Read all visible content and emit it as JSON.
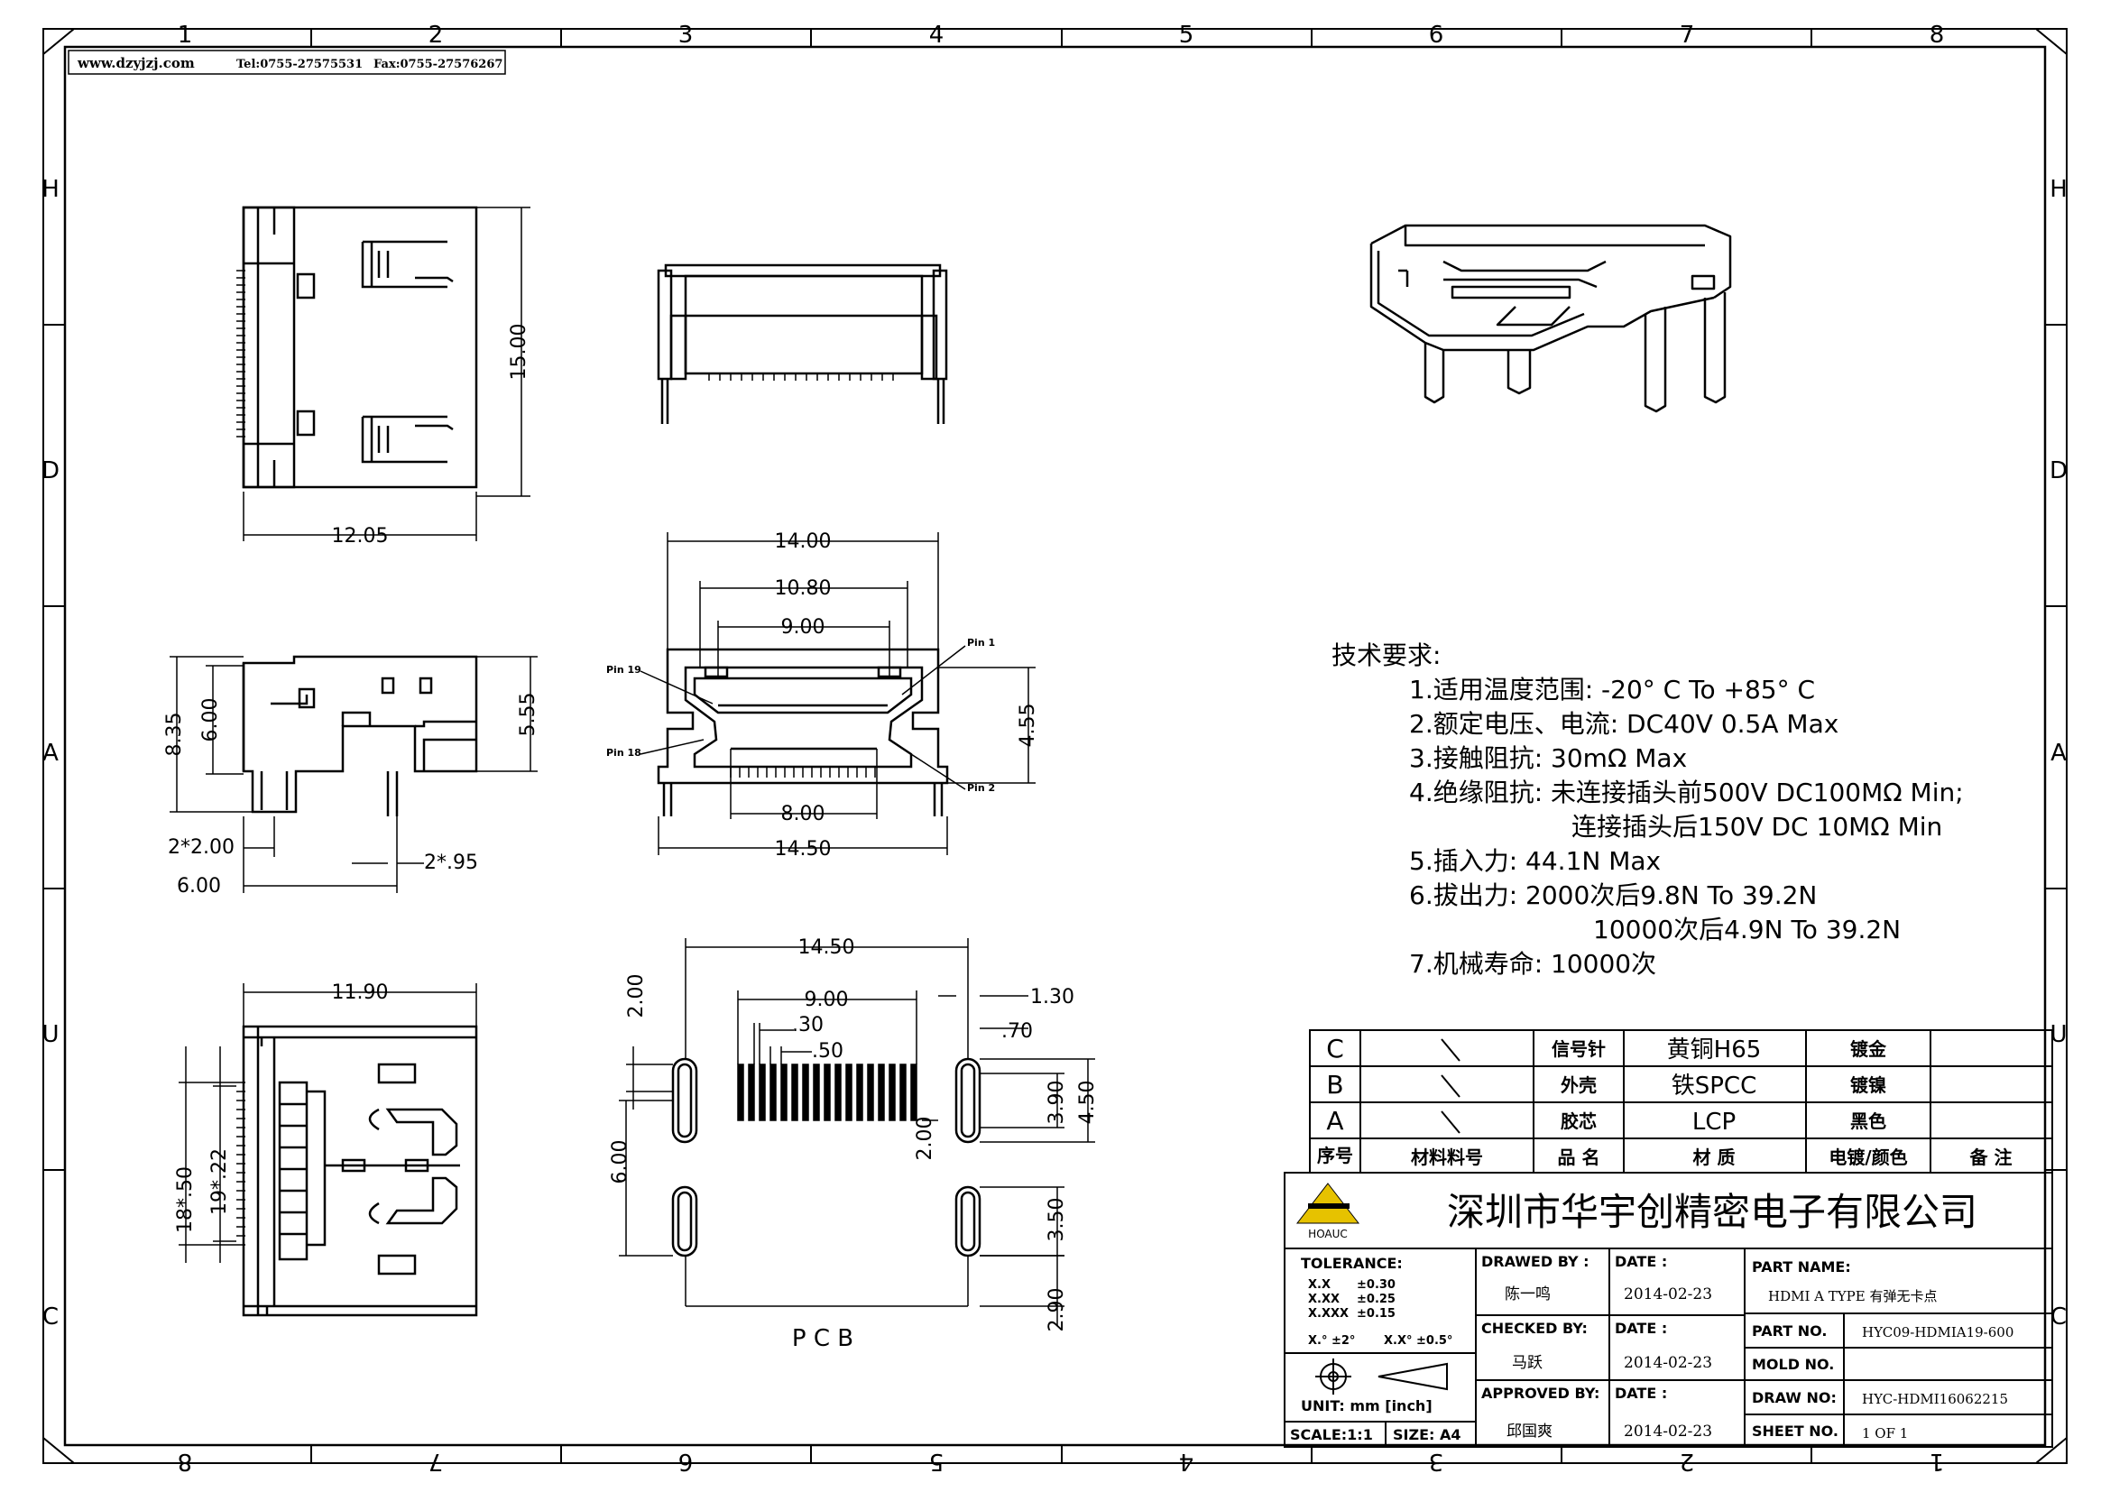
{
  "header": {
    "website": "www.dzyjzj.com",
    "tel": "Tel:0755-27575531",
    "fax": "Fax:0755-27576267"
  },
  "border": {
    "top_numbers": [
      "1",
      "2",
      "3",
      "4",
      "5",
      "6",
      "7",
      "8"
    ],
    "bottom_numbers": [
      "8",
      "7",
      "6",
      "5",
      "4",
      "3",
      "2",
      "1"
    ],
    "side_letters": [
      "H",
      "D",
      "A",
      "U",
      "C"
    ]
  },
  "dimensions": {
    "top_view_width": "12.05",
    "top_view_height": "15.00",
    "side_8_35": "8.35",
    "side_6_00": "6.00",
    "side_5_55": "5.55",
    "side_pitch_2": "2*2.00",
    "side_pitch_95": "2*.95",
    "side_6_00_b": "6.00",
    "front_14_00": "14.00",
    "front_10_80": "10.80",
    "front_9_00": "9.00",
    "front_8_00": "8.00",
    "front_14_50": "14.50",
    "front_4_55": "4.55",
    "pin1": "Pin 1",
    "pin19": "Pin 19",
    "pin18": "Pin 18",
    "pin2": "Pin 2",
    "bottom_11_90": "11.90",
    "bottom_18_50": "18*.50",
    "bottom_19_22": "19*.22",
    "pcb_14_50": "14.50",
    "pcb_9_00": "9.00",
    "pcb_30": ".30",
    "pcb_50": ".50",
    "pcb_2_00": "2.00",
    "pcb_2_00_b": "2.00",
    "pcb_1_30": "1.30",
    "pcb_70": ".70",
    "pcb_3_90": "3.90",
    "pcb_4_50": "4.50",
    "pcb_6_00": "6.00",
    "pcb_3_50": "3.50",
    "pcb_2_90": "2.90",
    "pcb_label": "P C B"
  },
  "requirements": {
    "title": "技术要求:",
    "lines": [
      "1.适用温度范围: -20° C To +85° C",
      "2.额定电压、电流: DC40V 0.5A Max",
      "3.接触阻抗: 30mΩ Max",
      "4.绝缘阻抗: 未连接插头前500V DC100MΩ Min;",
      "连接插头后150V DC 10MΩ Min",
      "5.插入力: 44.1N Max",
      "6.拔出力: 2000次后9.8N To 39.2N",
      "10000次后4.9N To 39.2N",
      "7.机械寿命: 10000次"
    ]
  },
  "bom": {
    "rows": [
      {
        "id": "C",
        "name": "信号针",
        "material": "黄铜H65",
        "finish": "镀金"
      },
      {
        "id": "B",
        "name": "外壳",
        "material": "铁SPCC",
        "finish": "镀镍"
      },
      {
        "id": "A",
        "name": "胶芯",
        "material": "LCP",
        "finish": "黑色"
      }
    ],
    "header": {
      "no": "序号",
      "part_no": "材料料号",
      "name": "品 名",
      "material": "材 质",
      "finish": "电镀/颜色",
      "remark": "备 注"
    }
  },
  "title_block": {
    "company": "深圳市华宇创精密电子有限公司",
    "logo_text": "HOAUC",
    "tolerance_label": "TOLERANCE:",
    "tol_x": "X.X",
    "tol_x_val": "±0.30",
    "tol_xx": "X.XX",
    "tol_xx_val": "±0.25",
    "tol_xxx": "X.XXX",
    "tol_xxx_val": "±0.15",
    "tol_ang1": "X.° ±2°",
    "tol_ang2": "X.X° ±0.5°",
    "unit": "UNIT: mm [inch]",
    "scale": "SCALE:1:1",
    "size": "SIZE: A4",
    "drawn_by_label": "DRAWED BY :",
    "drawn_by": "陈一鸣",
    "checked_by_label": "CHECKED BY:",
    "checked_by": "马跃",
    "approved_by_label": "APPROVED BY:",
    "approved_by": "邱国爽",
    "date_label": "DATE :",
    "date1": "2014-02-23",
    "date2": "2014-02-23",
    "date3": "2014-02-23",
    "part_name_label": "PART NAME:",
    "part_name": "HDMI A TYPE 有弹无卡点",
    "part_no_label": "PART NO.",
    "part_no": "HYC09-HDMIA19-600",
    "mold_no_label": "MOLD NO.",
    "mold_no": "",
    "draw_no_label": "DRAW NO:",
    "draw_no": "HYC-HDMI16062215",
    "sheet_no_label": "SHEET NO.",
    "sheet_no": "1 OF 1"
  }
}
